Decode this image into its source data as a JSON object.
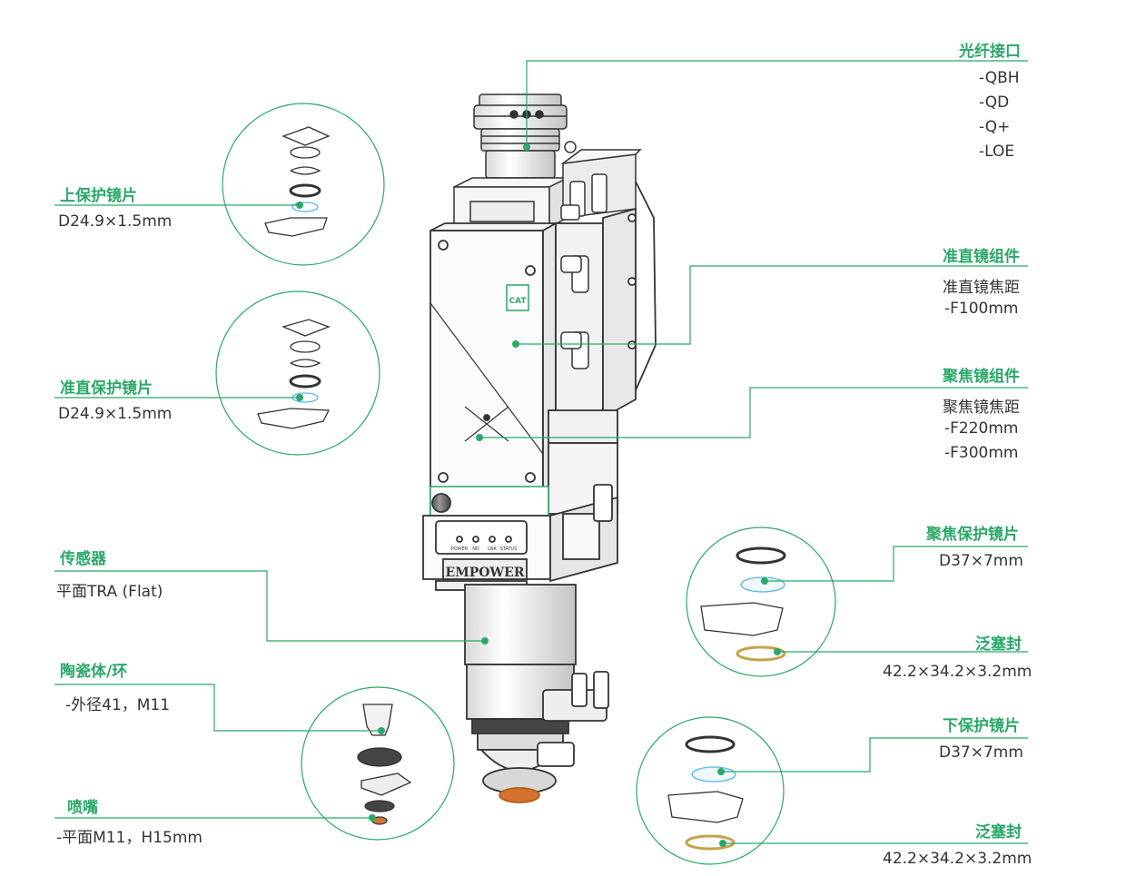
{
  "colors": {
    "accent": "#2aa86a",
    "line": "#2aa86a",
    "text": "#333333",
    "drawing": "#333333"
  },
  "head_body": {
    "brand": "EMPOWER",
    "panel_mark": "CAT",
    "leds": [
      "POWER",
      "ND",
      "LNK",
      "STATUS"
    ]
  },
  "callouts": {
    "fiber": {
      "title": "光纤接口",
      "specs": [
        "-QBH",
        "-QD",
        "-Q+",
        "-LOE"
      ]
    },
    "collimator": {
      "title": "准直镜组件",
      "specs": [
        "准直镜焦距",
        "-F100mm"
      ]
    },
    "focus": {
      "title": "聚焦镜组件",
      "specs": [
        "聚焦镜焦距",
        "-F220mm",
        "-F300mm"
      ]
    },
    "focus_protect": {
      "title": "聚焦保护镜片",
      "specs": [
        "D37×7mm"
      ]
    },
    "focus_seal": {
      "title": "泛塞封",
      "specs": [
        "42.2×34.2×3.2mm"
      ]
    },
    "lower_protect": {
      "title": "下保护镜片",
      "specs": [
        "D37×7mm"
      ]
    },
    "lower_seal": {
      "title": "泛塞封",
      "specs": [
        "42.2×34.2×3.2mm"
      ]
    },
    "upper_protect": {
      "title": "上保护镜片",
      "specs": [
        "D24.9×1.5mm"
      ]
    },
    "collim_protect": {
      "title": "准直保护镜片",
      "specs": [
        "D24.9×1.5mm"
      ]
    },
    "sensor": {
      "title": "传感器",
      "specs": [
        "平面TRA (Flat)"
      ]
    },
    "ceramic": {
      "title": "陶瓷体/环",
      "specs": [
        "-外径41，M11"
      ]
    },
    "nozzle": {
      "title": "喷嘴",
      "specs": [
        "-平面M11，H15mm"
      ]
    }
  }
}
